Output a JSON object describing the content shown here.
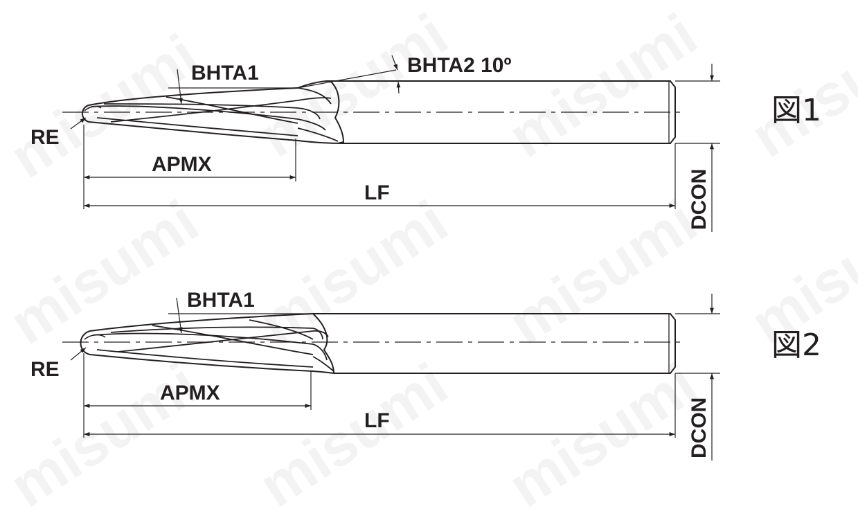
{
  "watermark": "misumi",
  "colors": {
    "ink": "#231f20",
    "background": "#ffffff"
  },
  "figure1": {
    "caption": "図1",
    "labels": {
      "bhta1": "BHTA1",
      "bhta2": "BHTA2 10º",
      "re": "RE",
      "apmx": "APMX",
      "lf": "LF",
      "dcon": "DCON"
    }
  },
  "figure2": {
    "caption": "図2",
    "labels": {
      "bhta1": "BHTA1",
      "re": "RE",
      "apmx": "APMX",
      "lf": "LF",
      "dcon": "DCON"
    }
  }
}
